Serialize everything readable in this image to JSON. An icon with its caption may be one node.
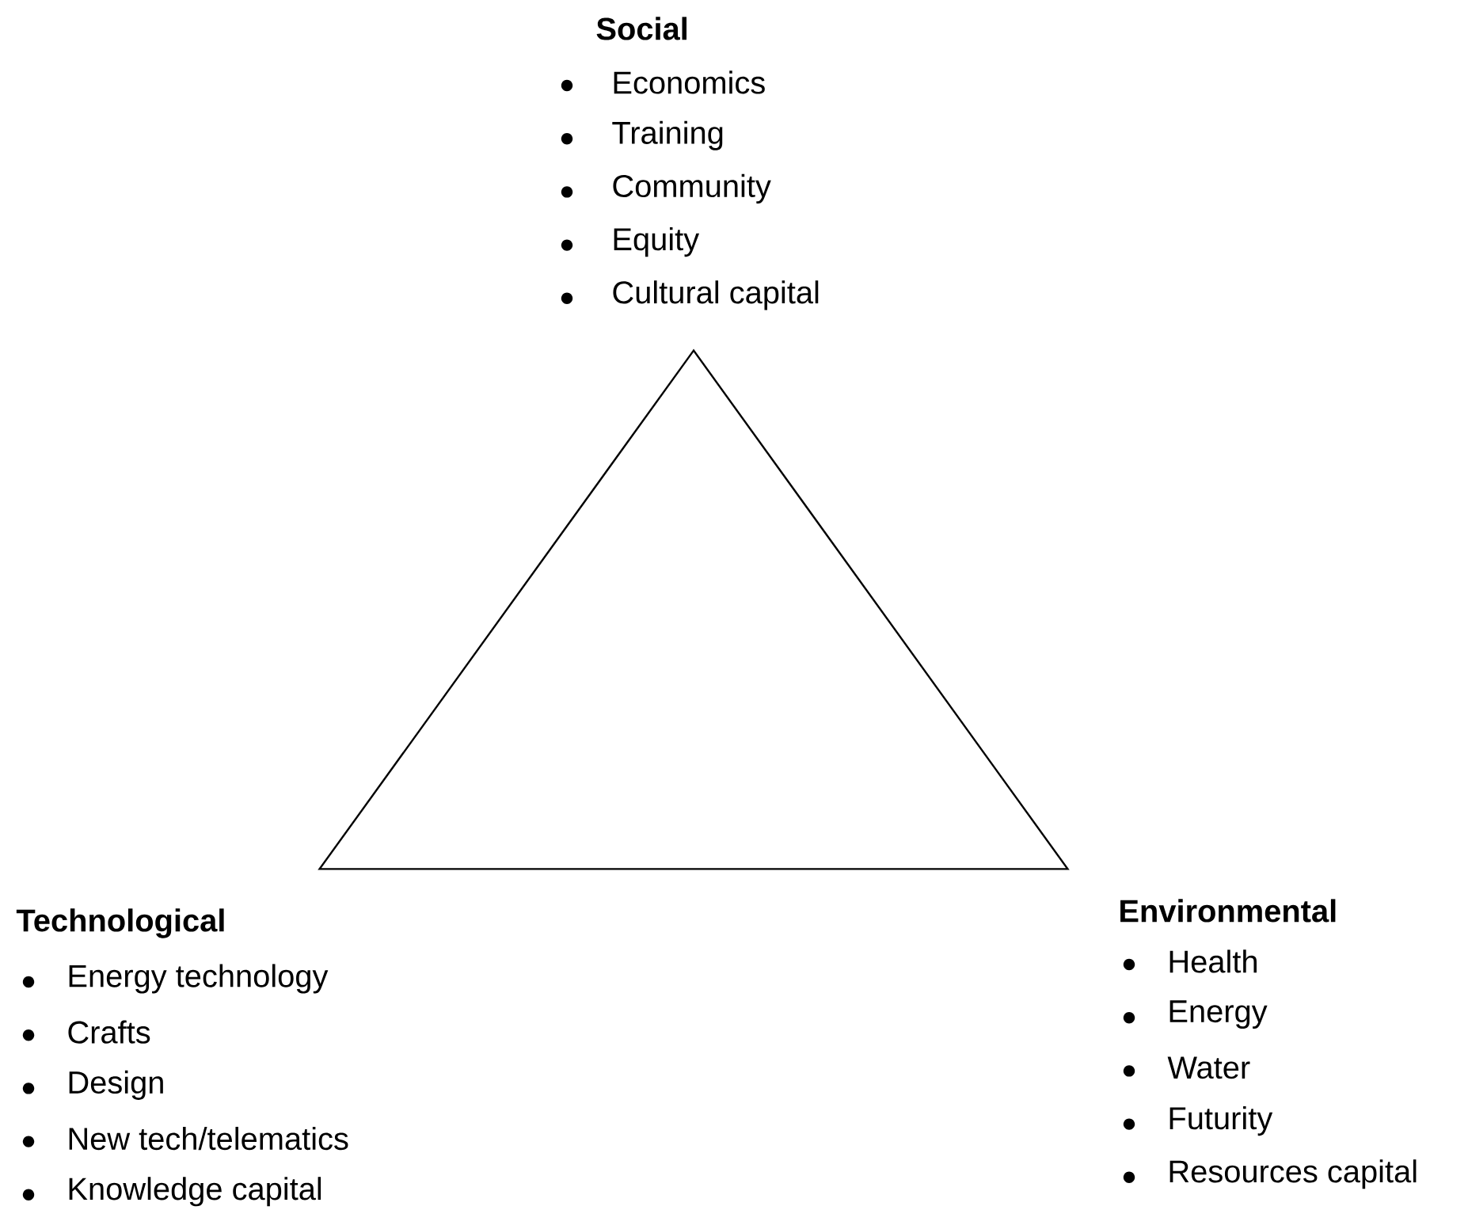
{
  "diagram": {
    "nodes": [
      {
        "text": [],
        "shape": "triangle"
      }
    ],
    "labels": [
      "Social",
      "Economics",
      "Training",
      "Community",
      "Equity",
      "Cultural capital",
      "Technological",
      "Energy technology",
      "Crafts",
      "Design",
      "New tech/telematics",
      "Knowledge capital",
      "Environmental",
      "Health",
      "Energy",
      "Water",
      "Futurity",
      "Resources capital"
    ]
  }
}
